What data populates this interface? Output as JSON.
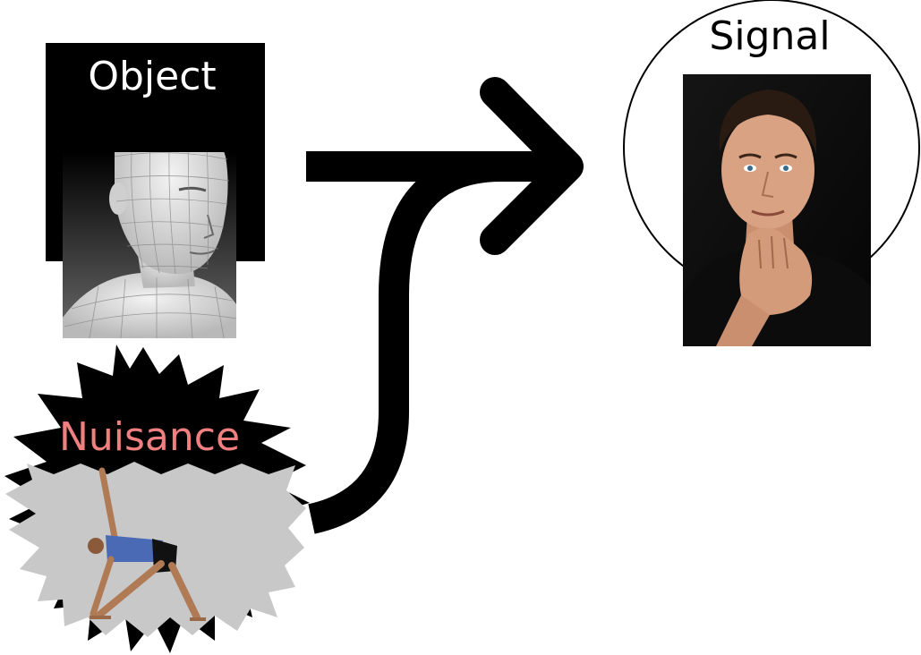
{
  "object": {
    "label": "Object",
    "label_color": "#ffffff",
    "panel_color": "#000000",
    "image": "3d-wireframe-head-mesh"
  },
  "nuisance": {
    "label": "Nuisance",
    "label_color": "#f08080",
    "burst_color": "#000000",
    "image_burst_color": "#c8c8c8",
    "image": "person-in-yoga-triangle-pose"
  },
  "signal": {
    "label": "Signal",
    "label_color": "#000000",
    "circle_color": "#000000",
    "image": "portrait-photo-of-man-hand-on-chin"
  },
  "arrows": {
    "color": "#000000",
    "from": [
      "object",
      "nuisance"
    ],
    "to": "signal"
  }
}
